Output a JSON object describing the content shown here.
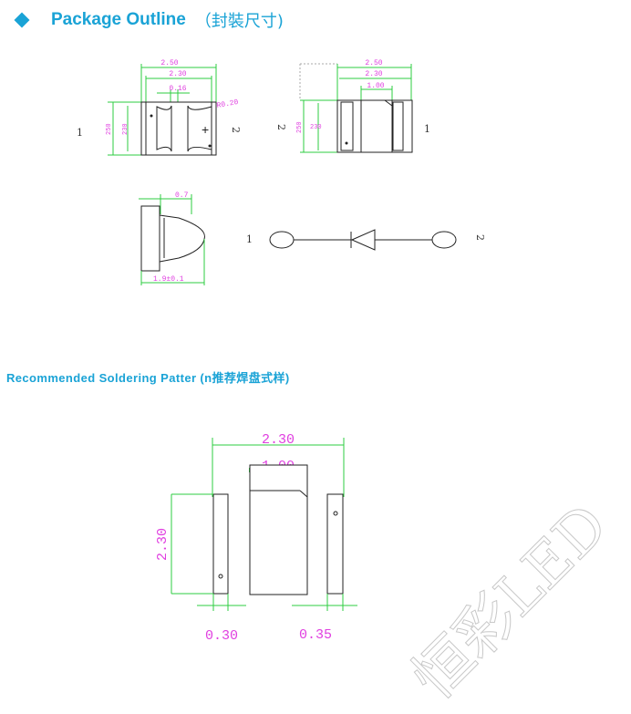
{
  "header": {
    "title": "Package Outline",
    "title_cn": "（封裝尺寸)"
  },
  "outline": {
    "top_view": {
      "dim_total_width": "2.50",
      "dim_inner_width": "2.30",
      "dim_gap": "0.16",
      "dim_radius": "R0.20",
      "dim_total_height": "250",
      "dim_inner_height": "230",
      "pin_left": "1",
      "pin_right": "2"
    },
    "bottom_view": {
      "dim_total_width": "2.50",
      "dim_inner_width": "2.30",
      "dim_pad": "1.00",
      "dim_total_height": "250",
      "dim_inner_height": "230",
      "pin_left": "2",
      "pin_right": "1"
    },
    "side_view": {
      "dim_top": "0.7",
      "dim_height": "1.9±0.1"
    },
    "schematic": {
      "pin_left": "1",
      "pin_right": "2"
    }
  },
  "soldering": {
    "title": "Recommended Soldering Patter (n推荐焊盘式样)",
    "dim_width": "2.30",
    "dim_pad": "1.00",
    "dim_height": "2.30",
    "dim_left_pad": "0.30",
    "dim_right_pad": "0.35"
  },
  "watermark": "恒彩LED",
  "colors": {
    "heading": "#1aa3d6",
    "dimension_text": "#e040e0",
    "dimension_line": "#2ecc40"
  }
}
